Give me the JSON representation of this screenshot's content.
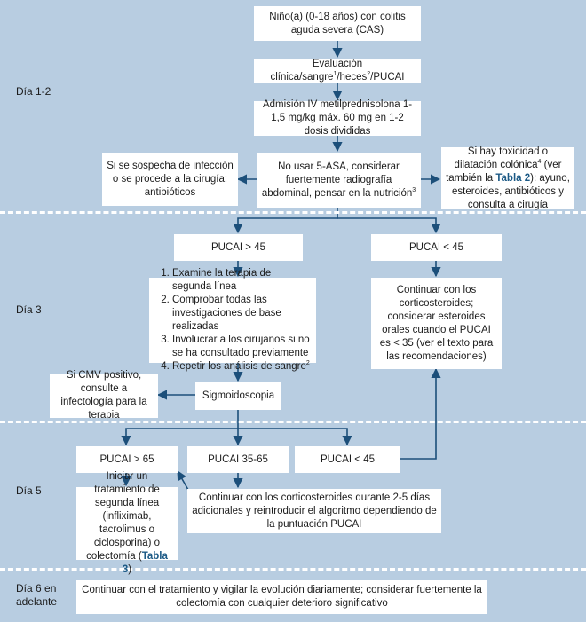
{
  "days": {
    "d12": "Día 1-2",
    "d3": "Día 3",
    "d5": "Día 5",
    "d6_line1": "Día 6 en",
    "d6_line2": "adelante"
  },
  "boxes": {
    "b1": "Niño(a) (0-18 años) con colitis aguda severa (CAS)",
    "b2_pre": "Evaluación clínica/sangre",
    "b2_sup1": "1",
    "b2_mid": "/heces",
    "b2_sup2": "2",
    "b2_post": "/PUCAI",
    "b3": "Admisión IV metilprednisolona 1-1,5 mg/kg máx. 60 mg en 1-2 dosis divididas",
    "b4_main": "No usar 5-ASA, considerar fuertemente radiografía abdominal, pensar en la nutrición",
    "b4_sup": "3",
    "b5": "Si se sospecha de infección o se procede a la cirugía: antibióticos",
    "b6_pre": "Si hay toxicidad o dilatación colónica",
    "b6_sup": "4",
    "b6_mid": " (ver también la ",
    "b6_ref": "Tabla 2",
    "b6_post": "): ayuno, esteroides, antibióticos y consulta a cirugía",
    "b7": "PUCAI > 45",
    "b8": "PUCAI < 45",
    "b9_steps": [
      "Examine la terapia de segunda línea",
      "Comprobar todas las investigaciones de base realizadas",
      "Involucrar a los cirujanos si no se ha consultado previamente",
      "Repetir los análisis de sangre"
    ],
    "b9_sup": "2",
    "b10": "Continuar con los corticosteroides; considerar esteroides orales cuando el PUCAI es < 35 (ver el texto para las recomendaciones)",
    "b11": "Si CMV positivo, consulte a infectología para la terapia",
    "b12": "Sigmoidoscopia",
    "b13": "PUCAI > 65",
    "b14": "PUCAI 35-65",
    "b15": "PUCAI < 45",
    "b16_pre": "Iniciar un tratamiento de segunda línea (infliximab, tacrolimus o ciclosporina) o colectomía (",
    "b16_ref": "Tabla 3",
    "b16_post": ")",
    "b17": "Continuar con los corticosteroides durante 2-5 días adicionales y reintroducir el algoritmo dependiendo de la puntuación PUCAI",
    "b18": "Continuar con el tratamiento y vigilar la evolución diariamente; considerar fuertemente la colectomía con cualquier deterioro significativo"
  },
  "colors": {
    "background": "#b8cde1",
    "box": "#ffffff",
    "connector": "#1c4f7a",
    "reference": "#1c5a86",
    "separator": "#ffffff"
  }
}
